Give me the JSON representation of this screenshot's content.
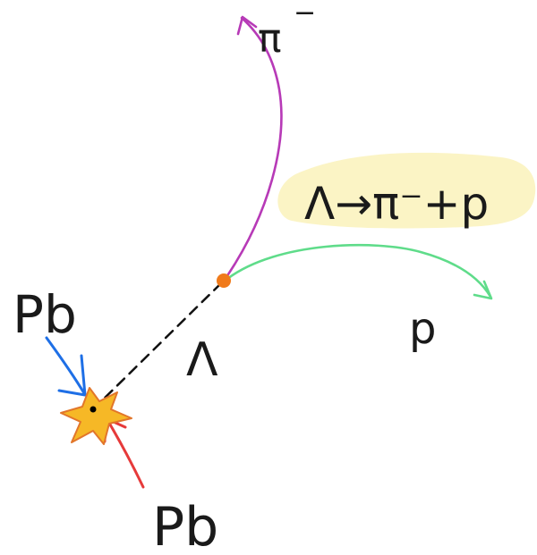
{
  "labels": {
    "pb_top": "Pb",
    "pb_bottom": "Pb",
    "lambda": "Λ",
    "pion": "π",
    "pion_charge": "−",
    "proton": "p",
    "reaction": "Λ→π⁻+p"
  },
  "colors": {
    "pion_track": "#b73ab7",
    "proton_track": "#5fdc8a",
    "lambda_track": "#111111",
    "pb_top_arrow": "#1e6fe6",
    "pb_bottom_arrow": "#e63a3a",
    "decay_vertex": "#f07a1a",
    "collision_star": "#f6b826",
    "collision_star_outline": "#e2762a",
    "highlight": "#fbf3bf"
  },
  "icons": {
    "collision": "star-burst-icon",
    "decay": "vertex-dot-icon"
  }
}
